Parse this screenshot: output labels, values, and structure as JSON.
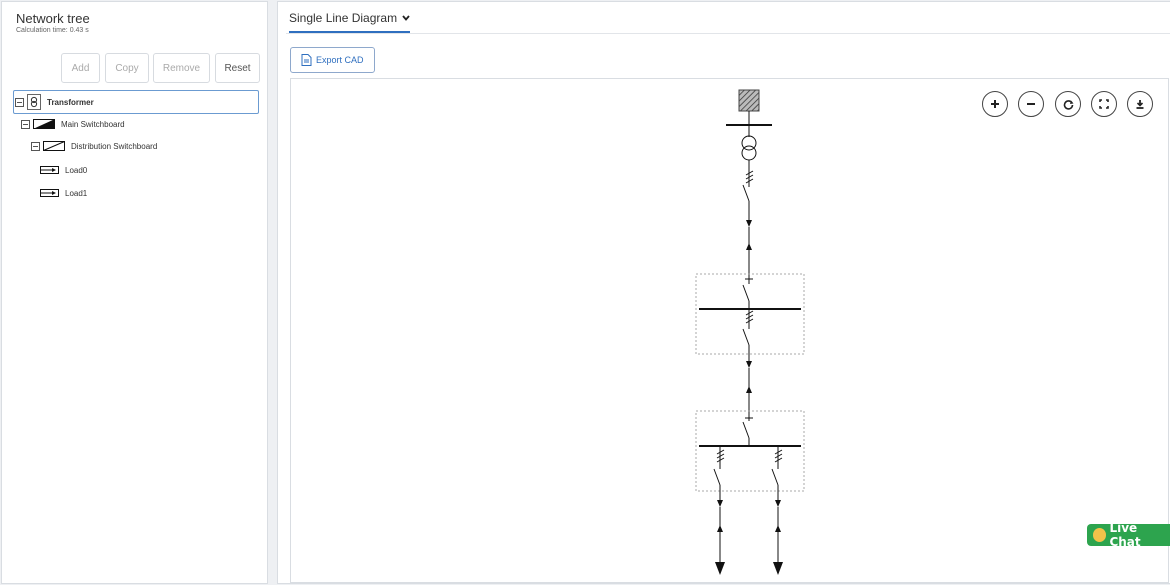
{
  "left_panel": {
    "title": "Network tree",
    "calc_time": "Calculation time: 0.43 s",
    "buttons": {
      "add": "Add",
      "copy": "Copy",
      "remove": "Remove",
      "reset": "Reset"
    },
    "tree": [
      {
        "label": "Transformer",
        "icon": "transformer-icon",
        "selected": true
      },
      {
        "label": "Main Switchboard",
        "icon": "switchboard-filled-icon"
      },
      {
        "label": "Distribution Switchboard",
        "icon": "switchboard-icon"
      },
      {
        "label": "Load0",
        "icon": "load-icon"
      },
      {
        "label": "Load1",
        "icon": "load-icon"
      }
    ]
  },
  "right_panel": {
    "view_selector": "Single Line Diagram",
    "export_label": "Export CAD",
    "controls": [
      "zoom-in-icon",
      "zoom-out-icon",
      "refresh-icon",
      "fit-icon",
      "download-icon"
    ]
  },
  "live_chat": "Live Chat",
  "colors": {
    "accent": "#2f6fbf",
    "diagram_label": "#8a2be2",
    "live_chat": "#2da44e"
  }
}
